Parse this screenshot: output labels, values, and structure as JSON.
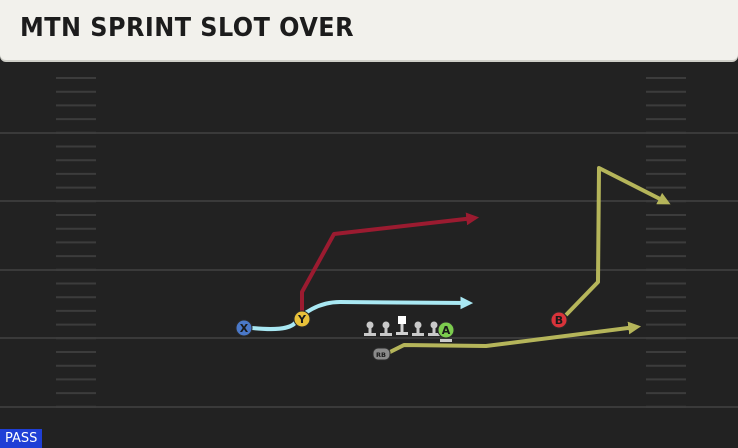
{
  "header": {
    "title": "MTN SPRINT SLOT OVER"
  },
  "footer": {
    "mode": "PASS"
  },
  "colors": {
    "field": "#222222",
    "yard_line": "#3a3a3a",
    "hash": "#3c3c3c",
    "route_red": "#9b1b30",
    "route_cyan": "#a9e8f3",
    "route_olive": "#b5b55a",
    "x_button": "#4a78c8",
    "y_button": "#e8c13a",
    "a_button": "#7ccc4e",
    "b_button": "#d9333a",
    "lineman": "#c9c9c9",
    "center": "#ffffff",
    "rb": "#8a8a8a",
    "badge_bg": "#1f3fd6"
  },
  "players": {
    "x": {
      "label": "X"
    },
    "y": {
      "label": "Y"
    },
    "a": {
      "label": "A"
    },
    "b": {
      "label": "B"
    },
    "rb": {
      "label": "RB"
    }
  }
}
